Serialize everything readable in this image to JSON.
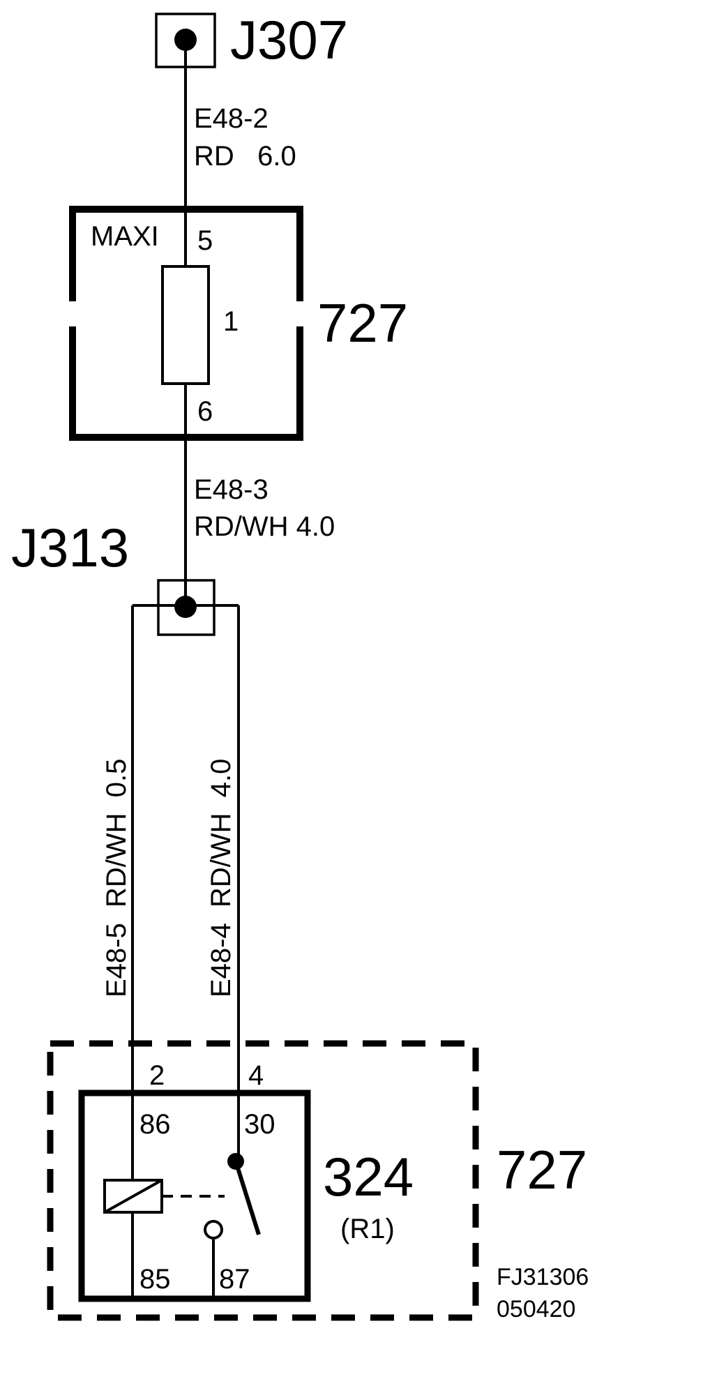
{
  "connectors": {
    "top": {
      "label": "J307"
    },
    "middle": {
      "label": "J313"
    }
  },
  "wires": {
    "top": {
      "id": "E48-2",
      "spec": "RD   6.0"
    },
    "middle": {
      "id": "E48-3",
      "spec": "RD/WH 4.0"
    },
    "left": {
      "label": "E48-5  RD/WH  0.5"
    },
    "right": {
      "label": "E48-4  RD/WH  4.0"
    }
  },
  "fuse": {
    "type": "MAXI",
    "pin_top": "5",
    "pin_bottom": "6",
    "number": "1",
    "box_number": "727"
  },
  "relay": {
    "pin_left_top": "2",
    "pin_right_top": "4",
    "pin_86": "86",
    "pin_30": "30",
    "pin_85": "85",
    "pin_87": "87",
    "number": "324",
    "designation": "(R1)",
    "box_number": "727"
  },
  "footer": {
    "code": "FJ31306",
    "date": "050420"
  }
}
